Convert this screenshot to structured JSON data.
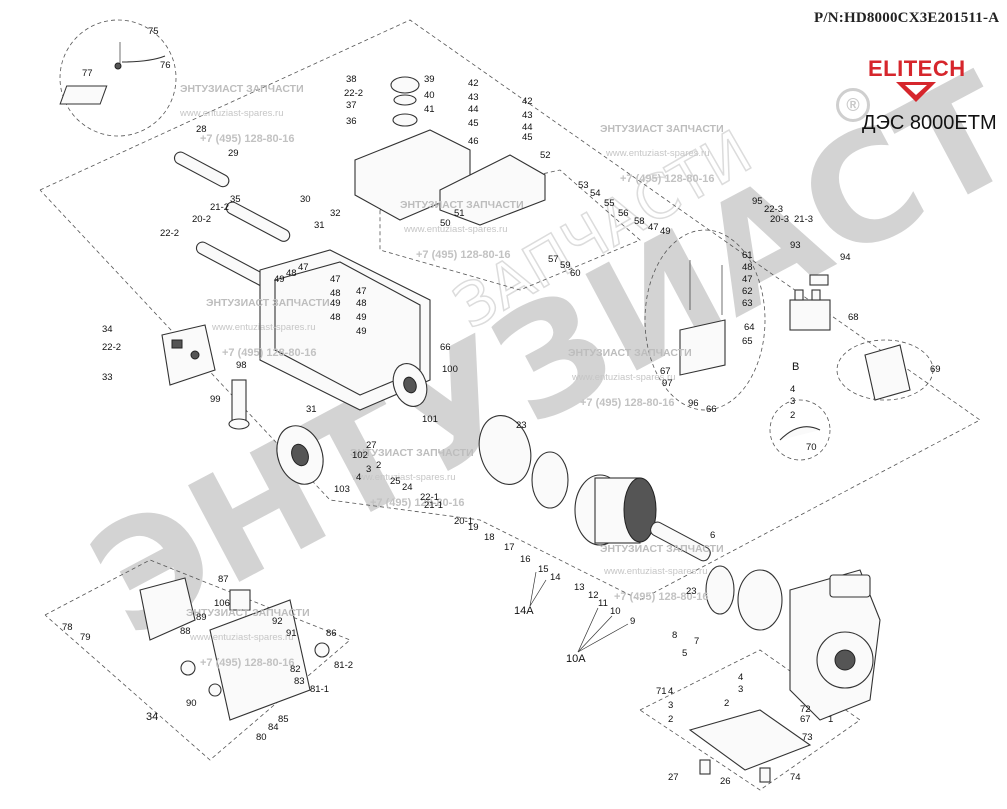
{
  "header": {
    "part_number": "P/N:HD8000CX3E201511-A",
    "brand": "ELITECH",
    "model": "ДЭС 8000ЕТМ",
    "registered_mark": "®"
  },
  "watermark": {
    "big_text": "ЭНТУЗИАСТ",
    "light_text": "ЗАПЧАСТИ",
    "stamp_title": "ЭНТУЗИАСТ ЗАПЧАСТИ",
    "stamp_url": "www.entuziast-spares.ru",
    "stamp_phone": "+7 (495) 128-80-16"
  },
  "callouts": [
    "75",
    "76",
    "77",
    "28",
    "29",
    "30",
    "35",
    "21-2",
    "20-2",
    "22-2",
    "31",
    "32",
    "38",
    "22-2",
    "37",
    "36",
    "39",
    "40",
    "41",
    "42",
    "43",
    "44",
    "45",
    "46",
    "42",
    "43",
    "44",
    "45",
    "52",
    "53",
    "54",
    "55",
    "56",
    "58",
    "47",
    "49",
    "51",
    "50",
    "57",
    "59",
    "60",
    "49",
    "48",
    "47",
    "47",
    "48",
    "49",
    "47",
    "48",
    "49",
    "48",
    "49",
    "34",
    "22-2",
    "33",
    "66",
    "98",
    "99",
    "100",
    "101",
    "31",
    "27",
    "102",
    "4",
    "2",
    "3",
    "25",
    "103",
    "24",
    "23",
    "22-1",
    "21-1",
    "20-1",
    "19",
    "18",
    "17",
    "16",
    "15",
    "14",
    "14A",
    "13",
    "12",
    "11",
    "10",
    "9",
    "10A",
    "23",
    "6",
    "8",
    "7",
    "5",
    "95",
    "22-3",
    "20-3",
    "21-3",
    "93",
    "94",
    "68",
    "61",
    "48",
    "47",
    "62",
    "63",
    "64",
    "65",
    "B",
    "69",
    "67",
    "97",
    "96",
    "66",
    "4",
    "3",
    "2",
    "70",
    "87",
    "106",
    "78",
    "79",
    "89",
    "88",
    "92",
    "91",
    "86",
    "81-2",
    "82",
    "83",
    "81-1",
    "90",
    "84",
    "85",
    "80",
    "34",
    "71",
    "4",
    "3",
    "2",
    "4",
    "3",
    "2",
    "72",
    "67",
    "1",
    "73",
    "27",
    "26",
    "74"
  ]
}
